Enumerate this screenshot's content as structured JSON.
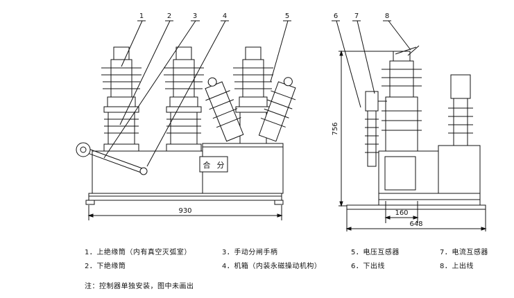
{
  "callouts": [
    "1",
    "2",
    "3",
    "4",
    "5",
    "6",
    "7",
    "8"
  ],
  "dimensions": {
    "width_left": "930",
    "height_right": "756",
    "inner_width": "160",
    "outer_width": "648"
  },
  "box_labels": {
    "close": "合",
    "open": "分"
  },
  "legend": [
    "1．上绝缘筒（内有真空灭弧室）",
    "2．下绝缘筒",
    "3．手动分闸手柄",
    "4．机箱（内装永磁操动机构）",
    "5．电压互感器",
    "6．下出线",
    "7．电流互感器",
    "8．上出线"
  ],
  "note": "注：控制器单独安装，图中未画出"
}
